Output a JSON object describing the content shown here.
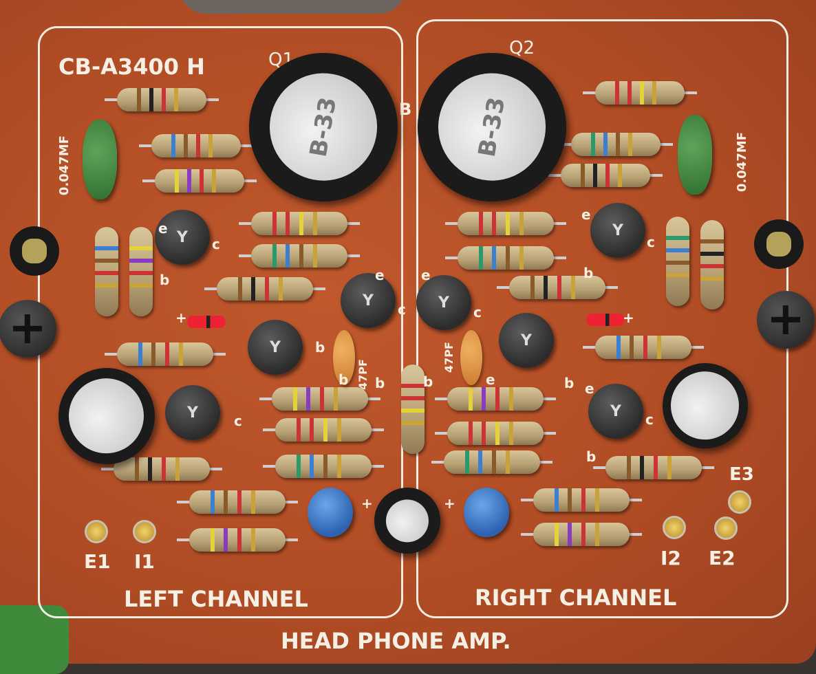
{
  "board": {
    "model": "CB-A3400 H",
    "title": "HEAD PHONE AMP.",
    "left_channel": "LEFT CHANNEL",
    "right_channel": "RIGHT CHANNEL",
    "q1": "Q1",
    "q2": "Q2",
    "b_mark": "B",
    "cap_left": "0.047MF",
    "cap_right": "0.047MF",
    "pf_left": "47PF",
    "pf_right": "47PF",
    "e1": "E1",
    "i1": "I1",
    "i2": "I2",
    "e2": "E2",
    "e3": "E3",
    "transistor_mark": "Y",
    "big_cap_mark": "B-33",
    "pins": {
      "e": "e",
      "b": "b",
      "c": "c",
      "plus": "+"
    }
  },
  "colors": {
    "board": "#b5512a",
    "silkscreen": "#f3ece2",
    "capacitor_blue": "#2d62b0"
  }
}
